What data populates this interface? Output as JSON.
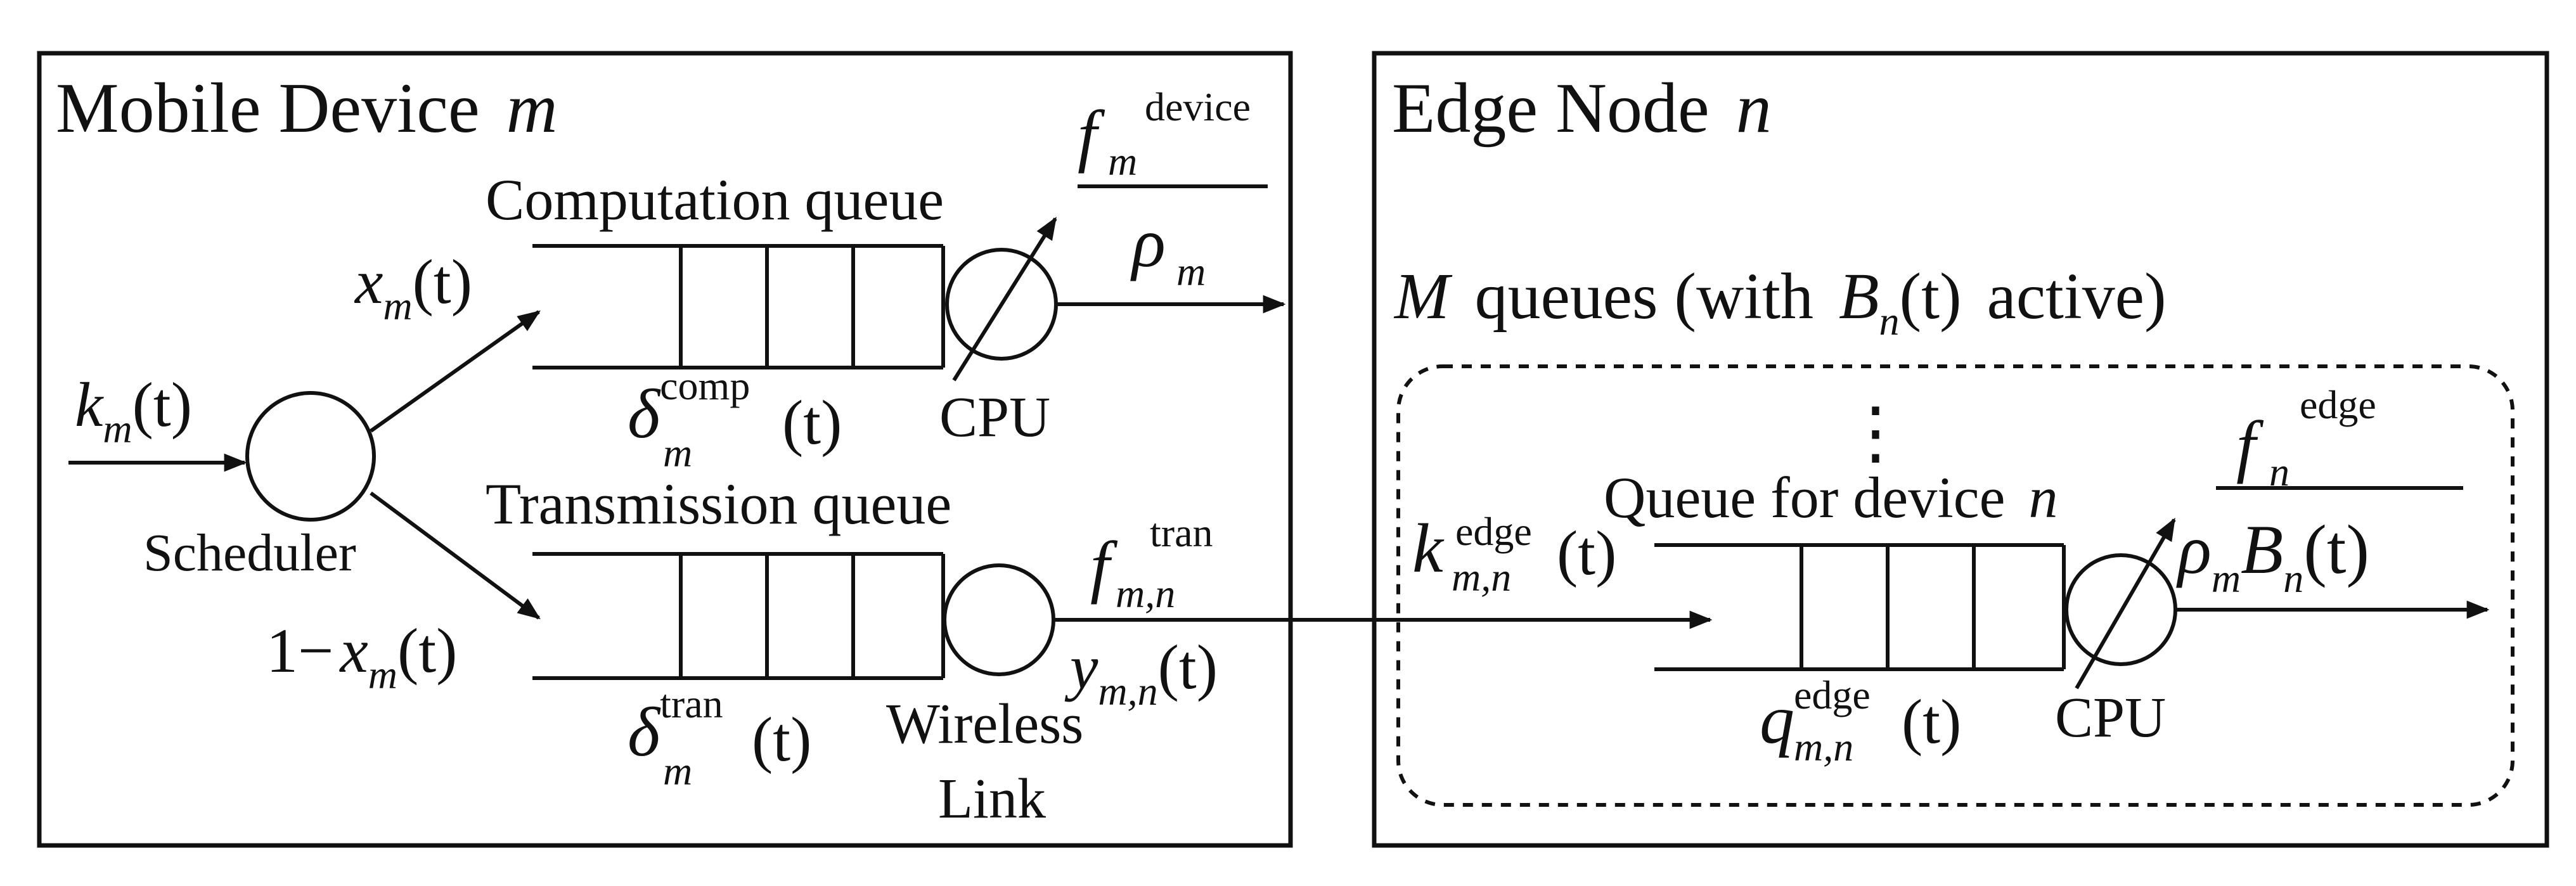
{
  "device_box": {
    "title": "Mobile Device",
    "title_var": "m"
  },
  "edge_box": {
    "title": "Edge Node",
    "title_var": "n",
    "queues_label": {
      "var": "M",
      "text": "queues (with",
      "b": "B",
      "b_sub": "n",
      "t": "(t)",
      "tail": "active)"
    },
    "dots": "⋮"
  },
  "scheduler": {
    "label": "Scheduler",
    "input": {
      "var": "k",
      "sub": "m",
      "arg": "(t)"
    },
    "to_comp": {
      "var": "x",
      "sub": "m",
      "arg": "(t)"
    },
    "to_tran": {
      "prefix": "1−",
      "var": "x",
      "sub": "m",
      "arg": "(t)"
    }
  },
  "computation_queue": {
    "title": "Computation queue",
    "delta": {
      "var": "δ",
      "sub": "m",
      "sup": "comp",
      "arg": "(t)"
    },
    "server_label": "CPU",
    "rate": {
      "num_var": "f",
      "num_sub": "m",
      "num_sup": "device",
      "den_var": "ρ",
      "den_sub": "m"
    }
  },
  "transmission_queue": {
    "title": "Transmission queue",
    "delta": {
      "var": "δ",
      "sub": "m",
      "sup": "tran",
      "arg": "(t)"
    },
    "server_label_1": "Wireless",
    "server_label_2": "Link",
    "rate": {
      "var": "f",
      "sub": "m,n",
      "sup": "tran"
    },
    "output": {
      "var": "y",
      "sub": "m,n",
      "arg": "(t)"
    }
  },
  "edge_queue": {
    "title_text": "Queue for device",
    "title_var": "n",
    "input": {
      "var": "k",
      "sub": "m,n",
      "sup": "edge",
      "arg": "(t)"
    },
    "backlog": {
      "var": "q",
      "sub": "m,n",
      "sup": "edge",
      "arg": "(t)"
    },
    "server_label": "CPU",
    "rate": {
      "num_var": "f",
      "num_sub": "n",
      "num_sup": "edge",
      "den_a": "ρ",
      "den_a_sub": "m",
      "den_b": "B",
      "den_b_sub": "n",
      "den_arg": "(t)"
    }
  }
}
